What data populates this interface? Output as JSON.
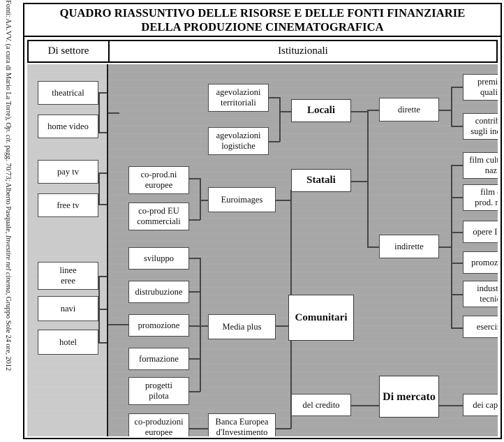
{
  "source_note": {
    "prefix": "Fonti: AA.VV. (a cura di Mario La Torre), ",
    "italic1": "Op. cit.",
    "mid": " pagg. 70/73; Alberto Pasquale, ",
    "italic2": "Investire nel cinema",
    "suffix": ", Gruppo Sole 24 ore, 2012"
  },
  "title": {
    "line1": "QUADRO RIASSUNTIVO DELLE RISORSE E DELLE FONTI FINANZIARIE",
    "line2": "DELLA PRODUZIONE CINEMATOGRAFICA"
  },
  "headers": {
    "settore": "Di settore",
    "istituzionali": "Istituzionali"
  },
  "colors": {
    "panel_settore_bg": "#cbcbcb",
    "panel_istituzionali_bg": "#a7a7a7",
    "node_bg": "#ffffff",
    "node_border": "#4a4a4a",
    "frame_border": "#000000"
  },
  "col_settore": [
    {
      "label": "theatrical"
    },
    {
      "label": "home video"
    },
    {
      "label": "pay tv"
    },
    {
      "label": "free tv"
    },
    {
      "label": "linee\neree"
    },
    {
      "label": "navi"
    },
    {
      "label": "hotel"
    }
  ],
  "col_programmi": [
    {
      "label": "co-prod.ni\neuropee"
    },
    {
      "label": "co-prod EU\ncommerciali"
    },
    {
      "label": "sviluppo"
    },
    {
      "label": "distrubuzione"
    },
    {
      "label": "promozione"
    },
    {
      "label": "formazione"
    },
    {
      "label": "progetti\npilota"
    },
    {
      "label": "co-produzioni\neuropee"
    }
  ],
  "col_strumenti": [
    {
      "label": "agevolazioni\nterritoriali"
    },
    {
      "label": "agevolazioni\nlogistiche"
    },
    {
      "label": "Euroimages"
    },
    {
      "label": "Media plus"
    },
    {
      "label": "Banca Europea\nd'Investimento"
    }
  ],
  "col_categorie": [
    {
      "label": "Locali",
      "bold": true
    },
    {
      "label": "Statali",
      "bold": true
    },
    {
      "label": "Comunitari",
      "bold": true
    },
    {
      "label": "del credito",
      "bold": false
    },
    {
      "label": "Di mercato",
      "bold": true
    }
  ],
  "col_modalita": [
    {
      "label": "dirette"
    },
    {
      "label": "indirette"
    }
  ],
  "col_misure": [
    {
      "label": "premi di\nqualità"
    },
    {
      "label": "contributi\nsugli incassi"
    },
    {
      "label": "film culturali\nnaz."
    },
    {
      "label": "film di\nprod. naz."
    },
    {
      "label": "opere  I e II"
    },
    {
      "label": "promozione"
    },
    {
      "label": "industria\ntecnica"
    },
    {
      "label": "esercizio"
    },
    {
      "label": "dei capitali"
    }
  ]
}
